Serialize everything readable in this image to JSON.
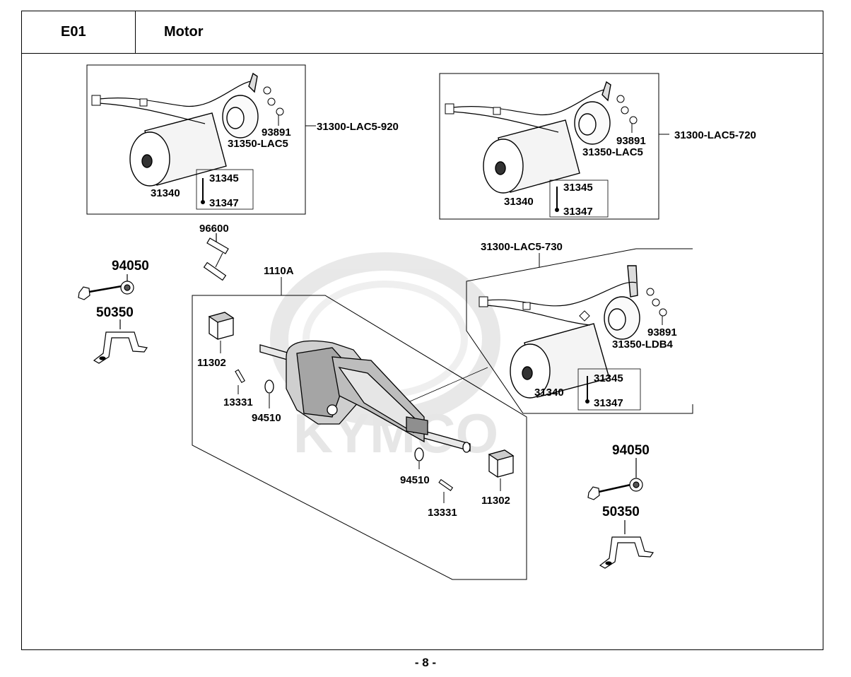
{
  "header": {
    "section_code": "E01",
    "section_title": "Motor"
  },
  "footer": {
    "page_number": "- 8 -"
  },
  "watermark": {
    "brand": "KYMCO"
  },
  "diagram": {
    "labels": {
      "assy_920": "31300-LAC5-920",
      "assy_720": "31300-LAC5-720",
      "assy_730": "31300-LAC5-730",
      "brush_lac5_a": "31350-LAC5",
      "brush_lac5_b": "31350-LAC5",
      "brush_ldb4": "31350-LDB4",
      "screw_a": "93891",
      "screw_b": "93891",
      "screw_c": "93891",
      "holder_a": "31340",
      "holder_b": "31340",
      "holder_c": "31340",
      "spring_a": "31345",
      "spring_b": "31345",
      "spring_c": "31345",
      "brush_a": "31347",
      "brush_b": "31347",
      "brush_c": "31347",
      "bolt_96600": "96600",
      "transaxle": "1110A",
      "cable_left": "94050",
      "bracket_left": "50350",
      "cable_right": "94050",
      "bracket_right": "50350",
      "cap_left": "11302",
      "cap_right": "11302",
      "key_left": "13331",
      "key_right": "13331",
      "oring_left": "94510",
      "oring_right": "94510"
    }
  }
}
